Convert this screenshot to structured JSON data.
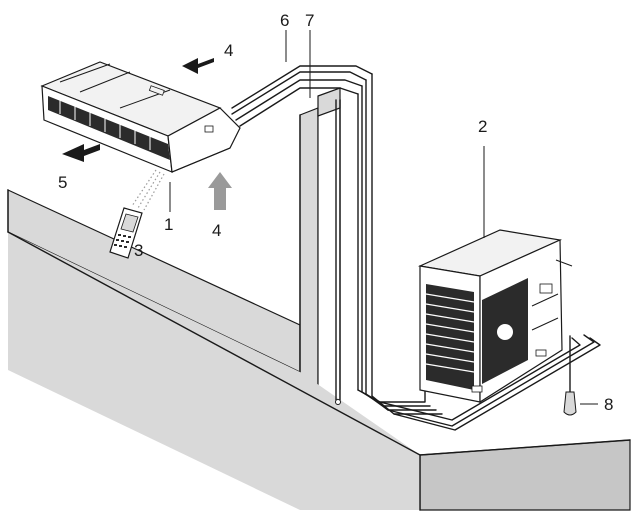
{
  "callouts": {
    "indoor_unit": "1",
    "outdoor_unit": "2",
    "remote_control": "3",
    "air_inlet_top": "4",
    "air_inlet_bottom": "4",
    "air_outlet": "5",
    "refrigerant_piping": "6",
    "drain_pipe": "7",
    "drain_hose": "8"
  },
  "colors": {
    "line": "#1a1a1a",
    "wall_fill": "#d9d9d9",
    "wall_side": "#c6c6c6",
    "unit_fill": "#f2f2f2",
    "louver_dark": "#2b2b2b",
    "arrow_dark": "#1a1a1a",
    "arrow_light": "#9a9a9a"
  },
  "icons": {
    "indoor_unit": "ceiling-air-conditioner-icon",
    "outdoor_unit": "outdoor-condenser-icon",
    "remote": "remote-control-icon",
    "drain_tip": "drain-hose-tip-icon"
  }
}
